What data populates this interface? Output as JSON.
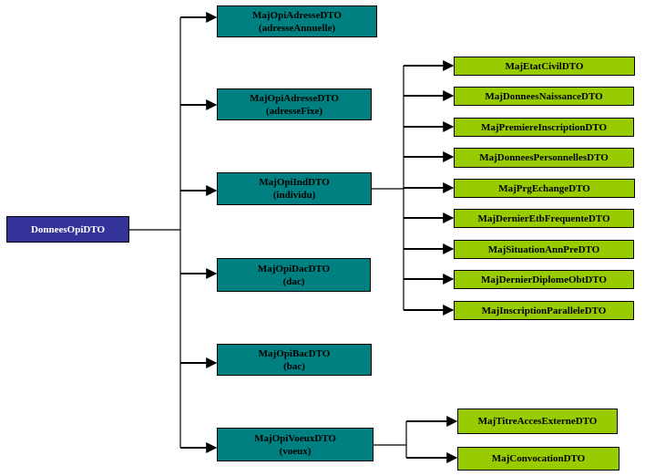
{
  "colors": {
    "root": "#333399",
    "level1": "#008080",
    "level2": "#99cc00",
    "line": "#000000"
  },
  "root": {
    "name": "DonneesOpiDTO"
  },
  "level1": [
    {
      "name": "MajOpiAdresseDTO",
      "sub": "(adresseAnnuelle)"
    },
    {
      "name": "MajOpiAdresseDTO",
      "sub": "(adresseFixe)"
    },
    {
      "name": "MajOpiIndDTO",
      "sub": "(individu)"
    },
    {
      "name": "MajOpiDacDTO",
      "sub": "(dac)"
    },
    {
      "name": "MajOpiBacDTO",
      "sub": "(bac)"
    },
    {
      "name": "MajOpiVoeuxDTO",
      "sub": "(voeux)"
    }
  ],
  "individu_children": [
    "MajEtatCivilDTO",
    "MajDonneesNaissanceDTO",
    "MajPremiereInscriptionDTO",
    "MajDonneesPersonnellesDTO",
    "MajPrgEchangeDTO",
    "MajDernierEtbFrequenteDTO",
    "MajSituationAnnPreDTO",
    "MajDernierDiplomeObtDTO",
    "MajInscriptionParalleleDTO"
  ],
  "voeux_children": [
    "MajTitreAccesExterneDTO",
    "MajConvocationDTO"
  ]
}
